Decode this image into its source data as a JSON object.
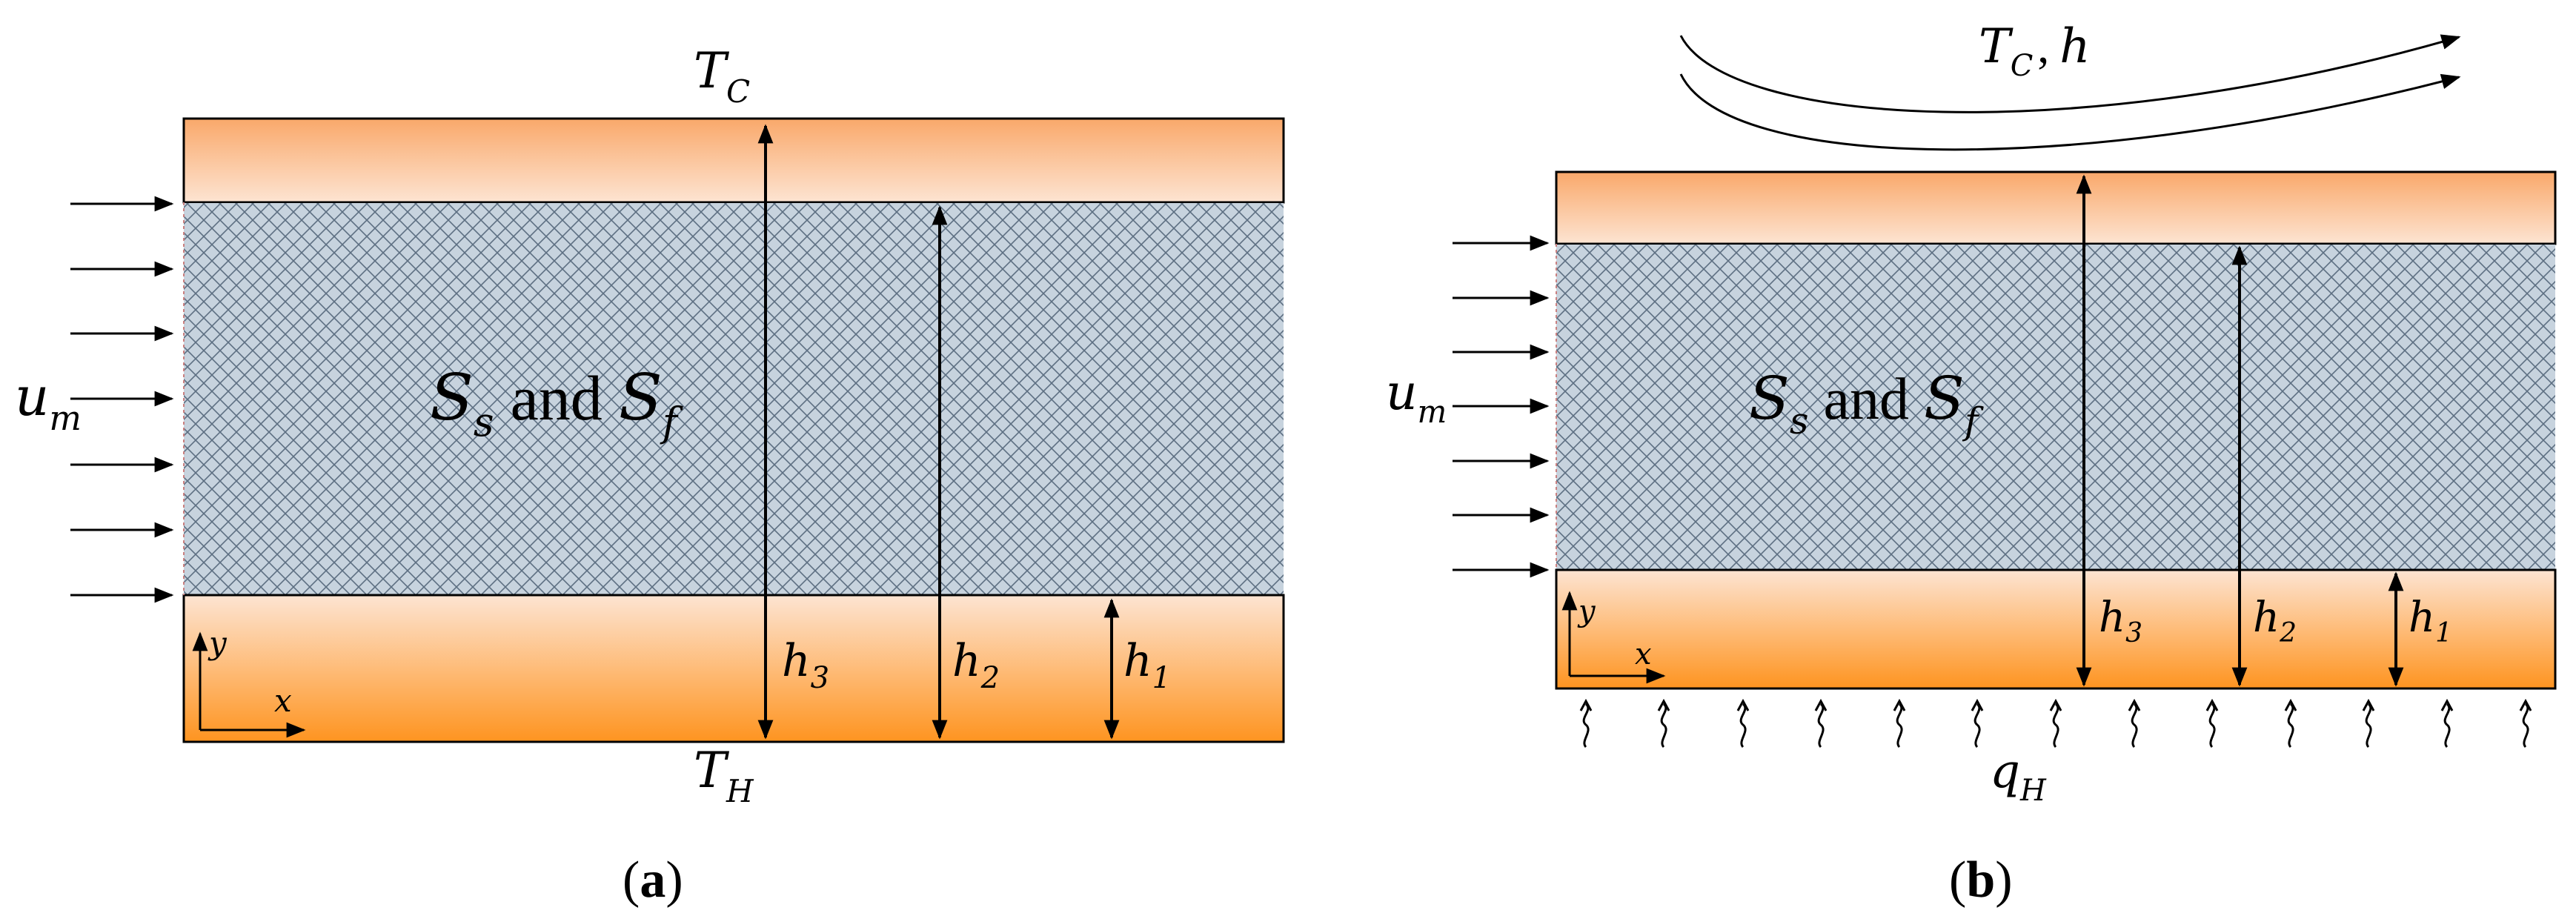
{
  "panel_a": {
    "label": "(a)",
    "label_letter": "a",
    "top_temp": {
      "main": "T",
      "sub": "C"
    },
    "bottom_temp": {
      "main": "T",
      "sub": "H"
    },
    "inlet": {
      "main": "u",
      "sub": "m"
    },
    "porous_label": {
      "s_main": "S",
      "s_sub": "s",
      "and": "and",
      "f_main": "S",
      "f_sub": "f"
    },
    "h3": {
      "main": "h",
      "sub": "3"
    },
    "h2": {
      "main": "h",
      "sub": "2"
    },
    "h1": {
      "main": "h",
      "sub": "1"
    },
    "axis_x": "x",
    "axis_y": "y"
  },
  "panel_b": {
    "label": "(b)",
    "label_letter": "b",
    "top_condition": {
      "main": "T",
      "sub": "C",
      "sep": ",",
      "h": "h"
    },
    "heat_flux": {
      "main": "q",
      "sub": "H"
    },
    "inlet": {
      "main": "u",
      "sub": "m"
    },
    "porous_label": {
      "s_main": "S",
      "s_sub": "s",
      "and": "and",
      "f_main": "S",
      "f_sub": "f"
    },
    "h3": {
      "main": "h",
      "sub": "3"
    },
    "h2": {
      "main": "h",
      "sub": "2"
    },
    "h1": {
      "main": "h",
      "sub": "1"
    },
    "axis_x": "x",
    "axis_y": "y"
  },
  "colors": {
    "wall_top": "#f9a86a",
    "wall_light": "#fde4d2",
    "wall_bottom": "#fe9420",
    "porous_bg": "#c7d3de",
    "mesh": "#5d6f82",
    "stroke": "#000000"
  },
  "icons": {
    "flow_arrow": "right-arrow-icon",
    "heat_arrow": "wavy-up-arrow-icon"
  }
}
